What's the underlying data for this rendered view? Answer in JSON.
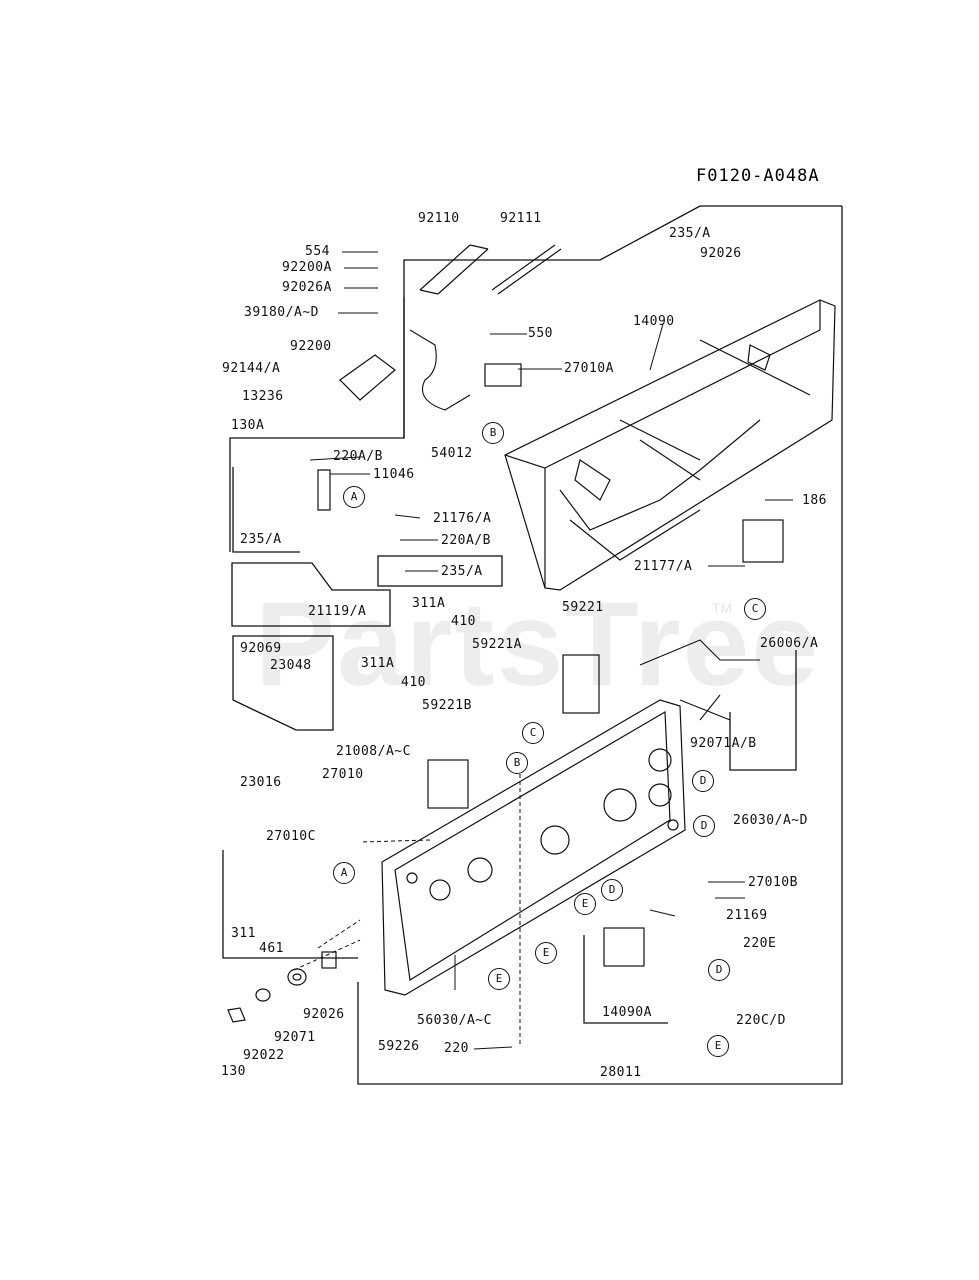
{
  "diagram_id": "F0120-A048A",
  "watermark": "PartsTree",
  "watermark_tm": "TM",
  "labels": {
    "p92110": "92110",
    "p92111": "92111",
    "p554": "554",
    "p92200A": "92200A",
    "p92026A": "92026A",
    "p39180": "39180/A~D",
    "p92200": "92200",
    "p92144": "92144/A",
    "p13236": "13236",
    "p130A": "130A",
    "p550": "550",
    "p27010A": "27010A",
    "p54012": "54012",
    "p235A_top": "235/A",
    "p92026_top": "92026",
    "p14090": "14090",
    "p220AB_1": "220A/B",
    "p11046": "11046",
    "p21176": "21176/A",
    "p220AB_2": "220A/B",
    "p235A_left": "235/A",
    "p235A_box": "235/A",
    "p186": "186",
    "p21177": "21177/A",
    "p21119": "21119/A",
    "p311A_1": "311A",
    "p410_1": "410",
    "p59221": "59221",
    "p59221A": "59221A",
    "p26006": "26006/A",
    "p92069": "92069",
    "p23048": "23048",
    "p311A_2": "311A",
    "p410_2": "410",
    "p59221B": "59221B",
    "p92071AB": "92071A/B",
    "p21008": "21008/A~C",
    "p23016": "23016",
    "p27010": "27010",
    "p26030": "26030/A~D",
    "p27010C": "27010C",
    "p27010B": "27010B",
    "p21169": "21169",
    "p311": "311",
    "p461": "461",
    "p220E": "220E",
    "p92026_bot": "92026",
    "p92071": "92071",
    "p56030": "56030/A~C",
    "p14090A": "14090A",
    "p220CD": "220C/D",
    "p92022": "92022",
    "p130": "130",
    "p59226": "59226",
    "p220": "220",
    "p28011": "28011"
  },
  "refs": {
    "A": "A",
    "B": "B",
    "C": "C",
    "D": "D",
    "E": "E"
  }
}
